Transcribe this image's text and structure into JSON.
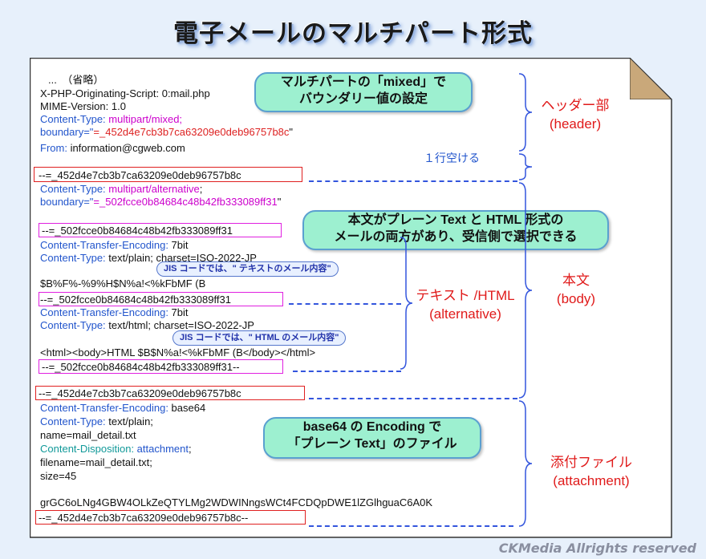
{
  "title": "電子メールのマルチパート形式",
  "header_lines": {
    "omitted": "...　（省略）",
    "x_php": "X-PHP-Originating-Script: 0:mail.php",
    "mime": "MIME-Version: 1.0",
    "ct_key": "Content-Type:",
    "ct_val": "multipart/mixed",
    "ct_semicolon": ";",
    "boundary_key": " boundary=\"",
    "boundary_val": "=_452d4e7cb3b7ca63209e0deb96757b8c",
    "boundary_end": "\"",
    "from_key": "From:",
    "from_val": " information@cgweb.com"
  },
  "boundary_main": "--=_452d4e7cb3b7ca63209e0deb96757b8c",
  "boundary_main_end": "--=_452d4e7cb3b7ca63209e0deb96757b8c--",
  "alt_block": {
    "ct_key": "Content-Type:",
    "ct_val": "multipart/alternative",
    "ct_semicolon": ";",
    "boundary_key": " boundary=\"",
    "boundary_val": "=_502fcce0b84684c48b42fb333089ff31",
    "boundary_end": "\""
  },
  "boundary_alt": "--=_502fcce0b84684c48b42fb333089ff31",
  "boundary_alt_end": "--=_502fcce0b84684c48b42fb333089ff31--",
  "text_part": {
    "cte_key": "Content-Transfer-Encoding:",
    "cte_val": " 7bit",
    "ct_key": "Content-Type:",
    "ct_val": " text/plain; charset=ISO-2022-JP",
    "body": " $B%F%-%9%H$N%a!<%kFbMF (B"
  },
  "html_part": {
    "cte_key": "Content-Transfer-Encoding:",
    "cte_val": " 7bit",
    "ct_key": "Content-Type:",
    "ct_val": " text/html; charset=ISO-2022-JP",
    "body": "<html><body>HTML $B$N%a!<%kFbMF (B</body></html>"
  },
  "attach_part": {
    "cte_key": "Content-Transfer-Encoding:",
    "cte_val": " base64",
    "ct_key": "Content-Type:",
    "ct_val": " text/plain;",
    "name": " name=mail_detail.txt",
    "cd_key": "Content-Disposition:",
    "cd_val": " attachment",
    "cd_semicolon": ";",
    "filename": " filename=mail_detail.txt;",
    "size": " size=45",
    "data": "grGC6oLNg4GBW4OLkZeQTYLMg2WDWINngsWCt4FCDQpDWE1lZGlhguaC6A0K"
  },
  "bubbles": {
    "mixed": [
      "マルチパートの「mixed」で",
      "バウンダリー値の設定"
    ],
    "alternative": [
      "本文がプレーン Text と HTML 形式の",
      "メールの両方があり、受信側で選択できる"
    ],
    "base64": [
      "base64 の Encoding で",
      "「プレーン Text」のファイル"
    ],
    "jis_text": "JIS コードでは、\" テキストのメール内容\"",
    "jis_html": "JIS コードでは、\" HTML のメール内容\""
  },
  "annotations": {
    "blank_line": "１行空ける",
    "alt_label": [
      "テキスト /HTML",
      "(alternative)"
    ]
  },
  "sections": {
    "header": [
      "ヘッダー部",
      "(header)"
    ],
    "body": [
      "本文",
      "(body)"
    ],
    "attachment": [
      "添付ファイル",
      "(attachment)"
    ]
  },
  "footer": "CKMedia Allrights reserved",
  "colors": {
    "key": "#2255cc",
    "magenta": "#cc00cc",
    "red": "#dd2222",
    "teal": "#119999",
    "bubble_fill": "#9df0d0",
    "section_label": "#e01a1a"
  }
}
